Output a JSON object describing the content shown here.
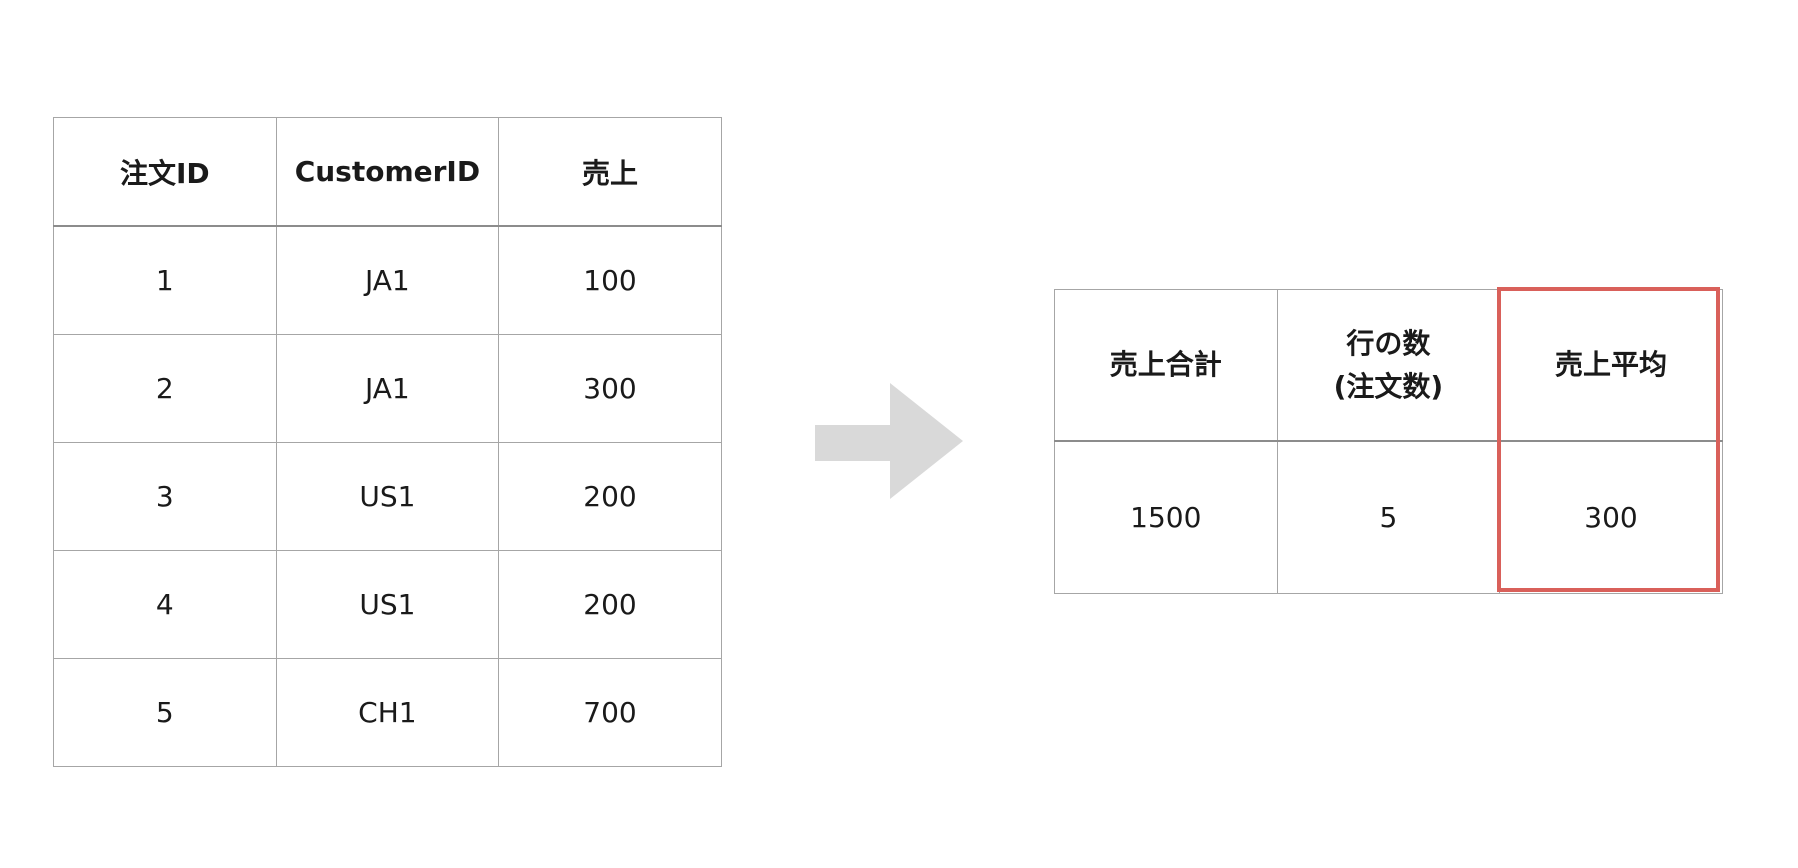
{
  "source_table": {
    "headers": [
      "注文ID",
      "CustomerID",
      "売上"
    ],
    "rows": [
      [
        "1",
        "JA1",
        "100"
      ],
      [
        "2",
        "JA1",
        "300"
      ],
      [
        "3",
        "US1",
        "200"
      ],
      [
        "4",
        "US1",
        "200"
      ],
      [
        "5",
        "CH1",
        "700"
      ]
    ]
  },
  "result_table": {
    "headers": [
      {
        "lines": [
          "売上合計"
        ]
      },
      {
        "lines": [
          "行の数",
          "(注文数)"
        ]
      },
      {
        "lines": [
          "売上平均"
        ]
      }
    ],
    "values": [
      "1500",
      "5",
      "300"
    ],
    "highlight_color": "#d9605a"
  },
  "arrow": {
    "icon": "right-arrow-icon",
    "color": "#d9d9d9"
  }
}
